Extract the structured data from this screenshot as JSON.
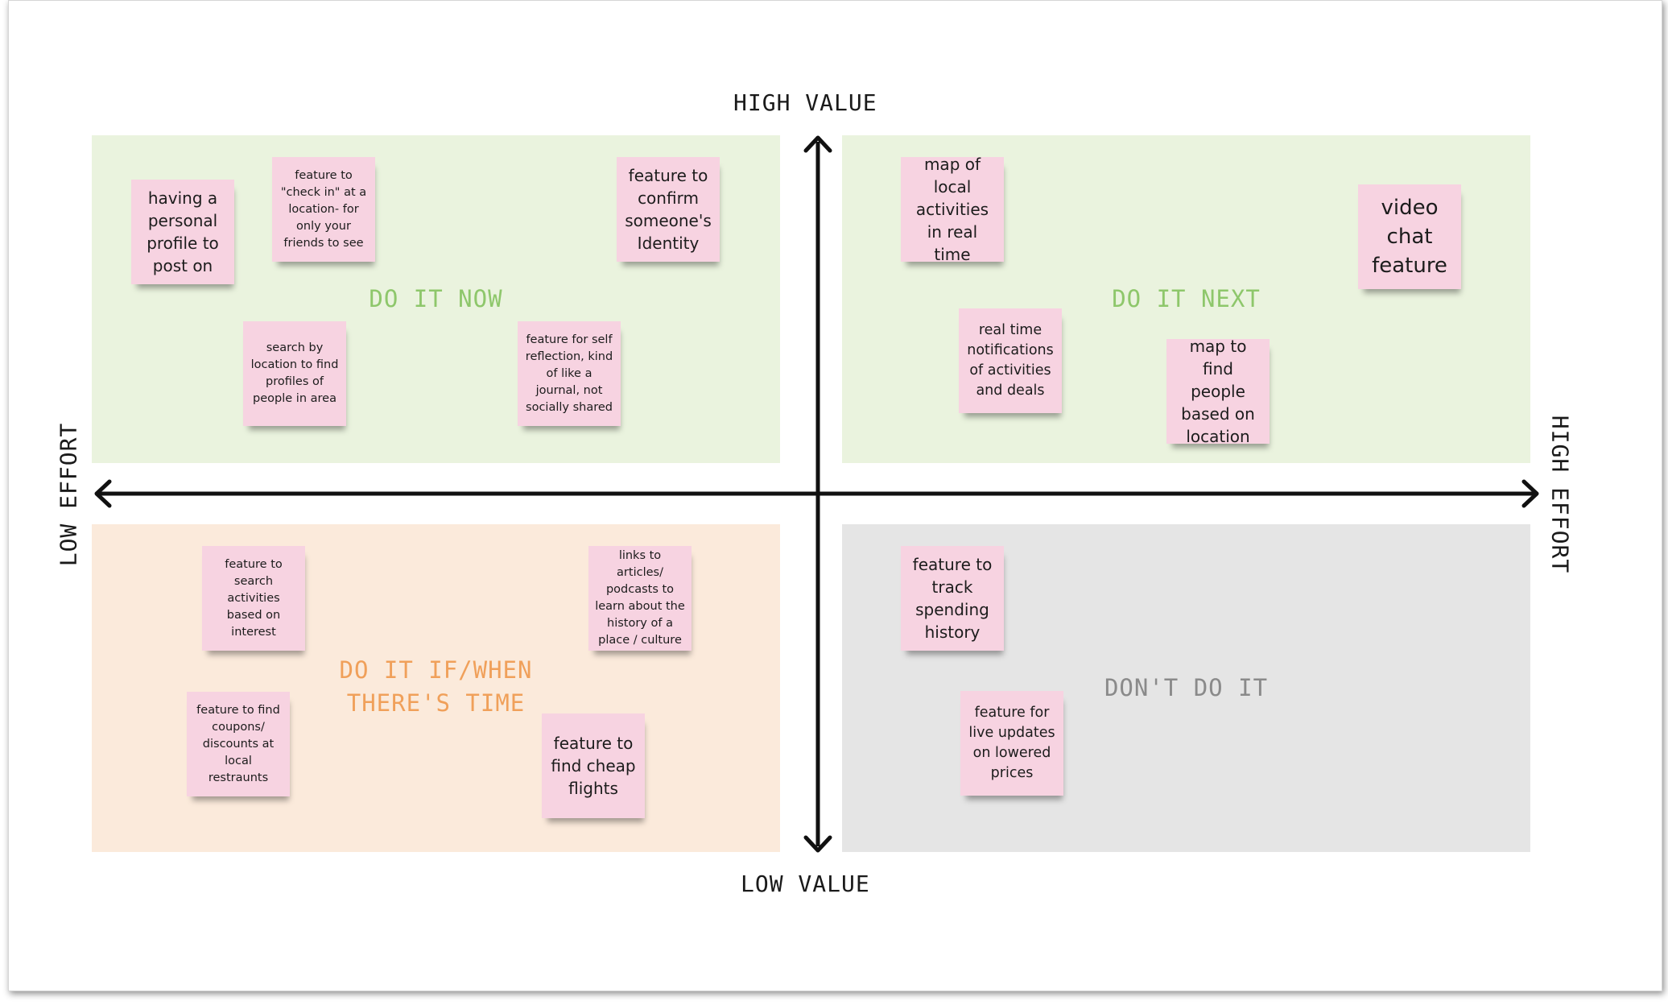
{
  "axes": {
    "top_label": "HIGH VALUE",
    "bottom_label": "LOW VALUE",
    "left_label": "LOW EFFORT",
    "right_label": "HIGH EFFORT"
  },
  "quadrants": {
    "do_it_now": {
      "label": "DO IT NOW",
      "bg": "#eaf3de",
      "label_color": "#8ec76b"
    },
    "do_it_next": {
      "label": "DO IT NEXT",
      "bg": "#eaf3de",
      "label_color": "#8ec76b"
    },
    "do_it_if_time": {
      "label": "DO IT IF/WHEN\nTHERE'S TIME",
      "bg": "#fbeadb",
      "label_color": "#f0a05a"
    },
    "dont_do_it": {
      "label": "DON'T DO IT",
      "bg": "#e5e5e5",
      "label_color": "#8a8a8a"
    }
  },
  "note_color": "#f7d3e1",
  "notes": {
    "personal_profile": "having a personal profile to post on",
    "check_in": "feature to \"check in\" at a location- for only your friends to see",
    "confirm_identity": "feature to confirm someone's Identity",
    "search_location": "search by location to find profiles of people in area",
    "self_reflection": "feature for self reflection, kind of like a journal, not socially shared",
    "map_activities": "map of local activities in real time",
    "video_chat": "video chat feature",
    "realtime_notifications": "real time notifications of activities and deals",
    "map_people": "map to find people based on location",
    "search_activities": "feature to search activities based on interest",
    "links_articles": "links to articles/ podcasts to learn about the history of a place / culture",
    "coupons": "feature to find coupons/ discounts at local restraunts",
    "cheap_flights": "feature to find cheap flights",
    "track_spending": "feature to track spending history",
    "lowered_prices": "feature for live updates on lowered prices"
  }
}
